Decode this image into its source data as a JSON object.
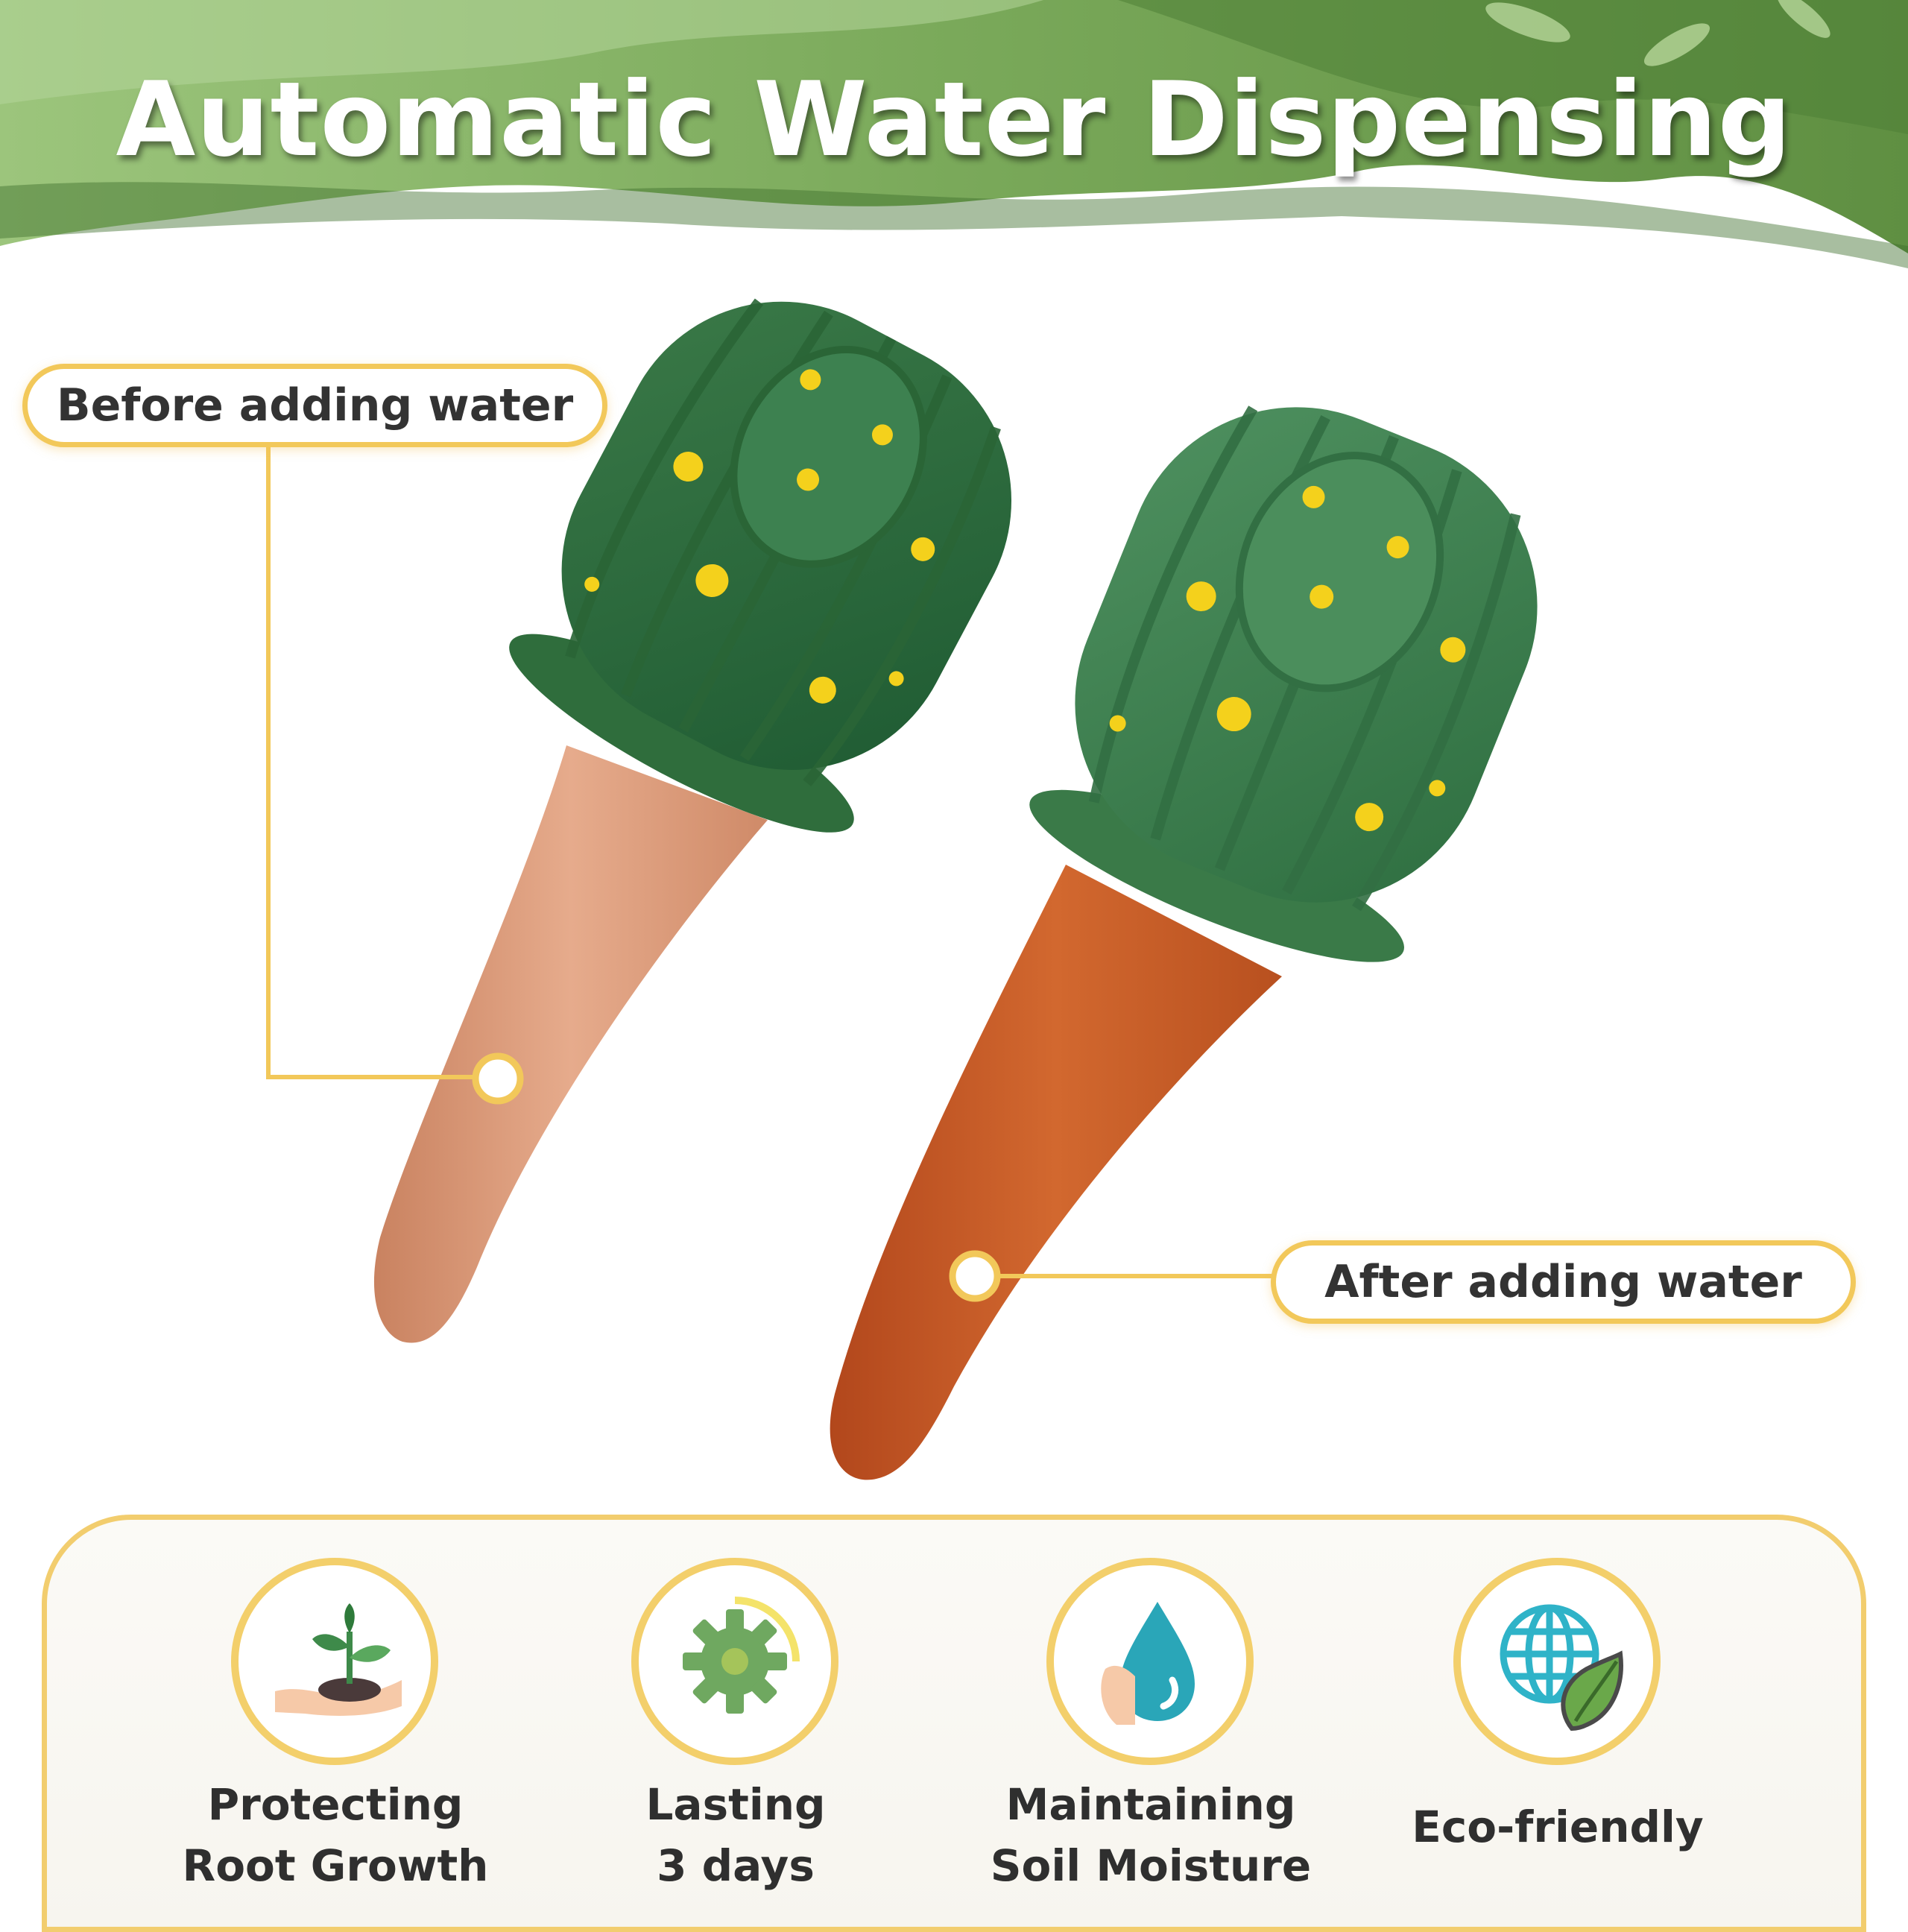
{
  "title": "Automatic Water Dispensing",
  "callouts": {
    "before": "Before adding water",
    "after": "After adding water"
  },
  "features": [
    {
      "icon": "hand-plant-icon",
      "line1": "Protecting",
      "line2": "Root Growth"
    },
    {
      "icon": "gear-icon",
      "line1": "Lasting",
      "line2": "3 days"
    },
    {
      "icon": "water-drop-icon",
      "line1": "Maintaining",
      "line2": "Soil Moisture"
    },
    {
      "icon": "globe-leaf-icon",
      "line1": "Eco-friendly",
      "line2": ""
    }
  ],
  "colors": {
    "banner_green": "#6a9a4a",
    "accent_gold": "#f2c85a",
    "cactus_green": "#3f7e4c",
    "dry_clay": "#dd9f7e",
    "wet_clay": "#c55a2a"
  }
}
